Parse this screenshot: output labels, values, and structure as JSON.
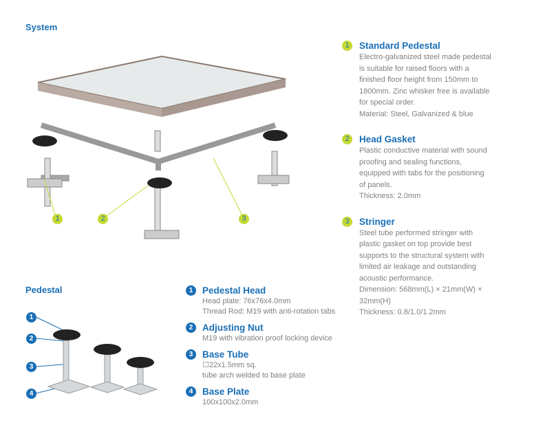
{
  "system": {
    "title": "System",
    "callouts": [
      "1",
      "2",
      "3"
    ],
    "items": [
      {
        "num": "1",
        "title": "Standard Pedestal",
        "lines": [
          "Electro-galvanized steel made pedestal",
          "is suitable for raised floors with a",
          "finished floor height from 150mm to",
          "1800mm. Zinc whisker free is available",
          "for special order.",
          "Material: Steel, Galvanized & blue"
        ]
      },
      {
        "num": "2",
        "title": "Head Gasket",
        "lines": [
          "Plastic conductive material with sound",
          "proofing and sealing functions,",
          "equipped with tabs for the positioning",
          "of panels.",
          "Thickness: 2.0mm"
        ]
      },
      {
        "num": "3",
        "title": "Stringer",
        "lines": [
          "Steel tube performed stringer with",
          "plastic gasket on top provide best",
          "supports to the structural system with",
          "limited air leakage and outstanding",
          "acoustic performance.",
          "Dimension: 568mm(L) × 21mm(W) ×",
          "32mm(H)",
          "Thickness: 0.8/1.0/1.2mm"
        ]
      }
    ]
  },
  "pedestal": {
    "title": "Pedestal",
    "callouts": [
      "1",
      "2",
      "3",
      "4"
    ],
    "items": [
      {
        "num": "1",
        "title": "Pedestal Head",
        "lines": [
          "Head plate: 76x76x4.0mm",
          "Thread Rod: M19 with anti-rotation tabs"
        ]
      },
      {
        "num": "2",
        "title": "Adjusting Nut",
        "lines": [
          "M19 with vibration proof locking device"
        ]
      },
      {
        "num": "3",
        "title": "Base Tube",
        "lines": [
          "☐22x1.5mm sq.",
          "tube arch welded to base plate"
        ]
      },
      {
        "num": "4",
        "title": "Base Plate",
        "lines": [
          "100x100x2.0mm"
        ]
      }
    ]
  }
}
